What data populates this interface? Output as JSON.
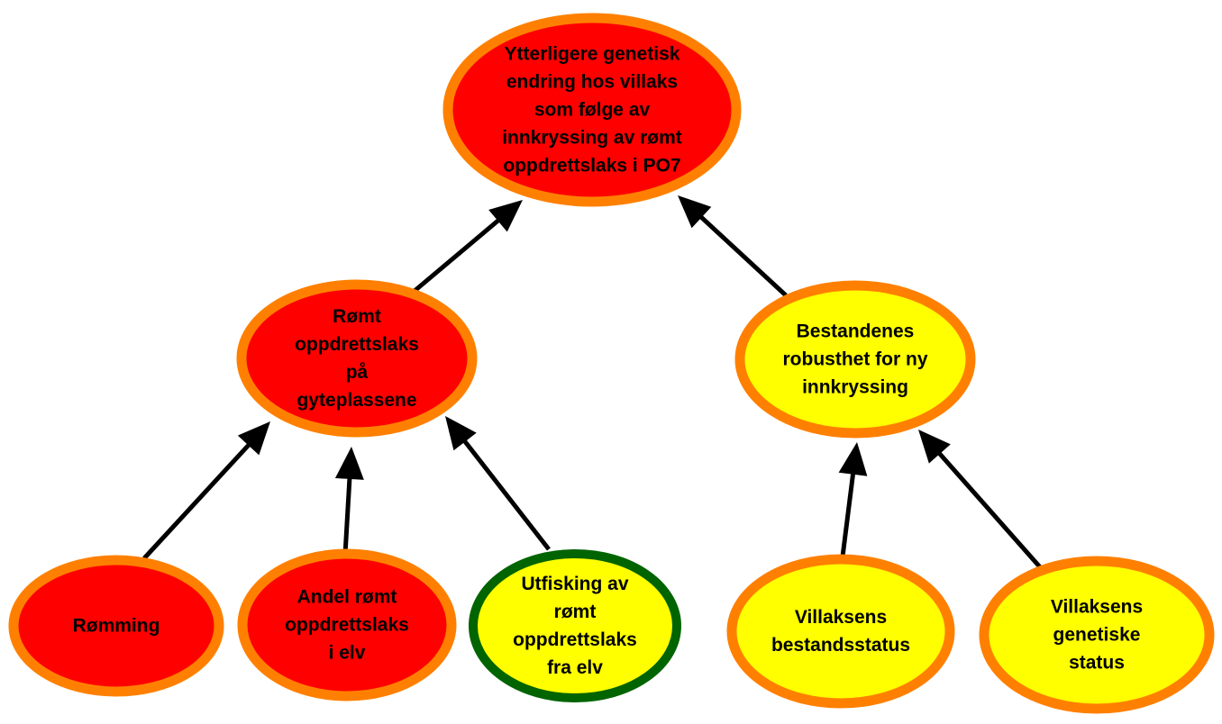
{
  "colors": {
    "red": "#ff0000",
    "yellow": "#ffff00",
    "orange_border": "#ff8000",
    "green_border": "#006400",
    "arrow": "#000000"
  },
  "nodes": {
    "top": {
      "lines": [
        "Ytterligere genetisk",
        "endring hos villaks",
        "som følge av",
        "innkryssing av rømt",
        "oppdrettslaks i PO7"
      ],
      "fill": "red",
      "border": "orange"
    },
    "rømt": {
      "lines": [
        "Rømt",
        "oppdrettslaks",
        "på",
        "gyteplassene"
      ],
      "fill": "red",
      "border": "orange"
    },
    "bestandenes": {
      "lines": [
        "Bestandenes",
        "robusthet for ny",
        "innkryssing"
      ],
      "fill": "yellow",
      "border": "orange"
    },
    "romming": {
      "lines": [
        "Rømming"
      ],
      "fill": "red",
      "border": "orange"
    },
    "andel": {
      "lines": [
        "Andel rømt",
        "oppdrettslaks",
        "i elv"
      ],
      "fill": "red",
      "border": "orange"
    },
    "utfisking": {
      "lines": [
        "Utfisking av",
        "rømt",
        "oppdrettslaks",
        "fra elv"
      ],
      "fill": "yellow",
      "border": "green"
    },
    "bestandsstatus": {
      "lines": [
        "Villaksens",
        "bestandsstatus"
      ],
      "fill": "yellow",
      "border": "orange"
    },
    "genetiske": {
      "lines": [
        "Villaksens",
        "genetiske",
        "status"
      ],
      "fill": "yellow",
      "border": "orange"
    }
  },
  "edges": [
    {
      "from": "romming",
      "to": "rømt"
    },
    {
      "from": "andel",
      "to": "rømt"
    },
    {
      "from": "utfisking",
      "to": "rømt"
    },
    {
      "from": "bestandsstatus",
      "to": "bestandenes"
    },
    {
      "from": "genetiske",
      "to": "bestandenes"
    },
    {
      "from": "rømt",
      "to": "top"
    },
    {
      "from": "bestandenes",
      "to": "top"
    }
  ]
}
